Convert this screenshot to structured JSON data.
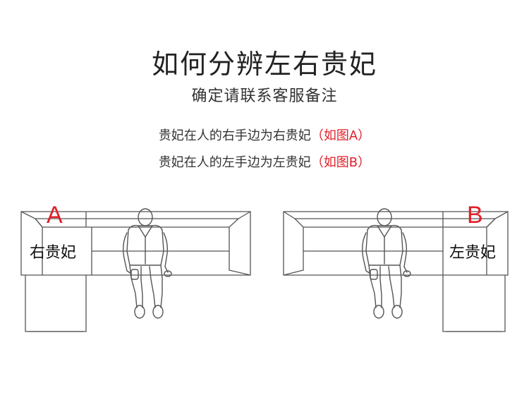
{
  "heading": {
    "title": "如何分辨左右贵妃",
    "subtitle": "确定请联系客服备注"
  },
  "rules": [
    {
      "text": "贵妃在人的右手边为右贵妃",
      "note": "（如图A）"
    },
    {
      "text": "贵妃在人的左手边为左贵妃",
      "note": "（如图B）"
    }
  ],
  "diagrams": {
    "left": {
      "letter": "A",
      "label": "右贵妃"
    },
    "right": {
      "letter": "B",
      "label": "左贵妃"
    }
  },
  "colors": {
    "accent": "#e0202a",
    "text": "#222222",
    "outline": "#555555"
  }
}
